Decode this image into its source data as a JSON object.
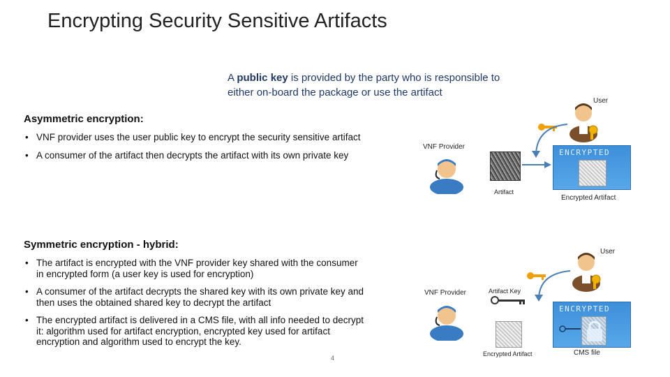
{
  "title": "Encrypting Security Sensitive Artifacts",
  "intro": {
    "prefix": "A ",
    "bold": "public key",
    "suffix": " is provided by the party who is responsible to either on-board the package or use the artifact"
  },
  "asymmetric": {
    "heading": "Asymmetric encryption:",
    "bullets": [
      "VNF provider uses the user public key to encrypt the security sensitive artifact",
      "A consumer of the artifact then decrypts the artifact with its own private key"
    ],
    "diagram": {
      "user_label": "User",
      "provider_label": "VNF Provider",
      "artifact_label": "Artifact",
      "encrypted_artifact_label": "Encrypted Artifact",
      "encrypted_text": "ENCRYPTED"
    }
  },
  "symmetric": {
    "heading": "Symmetric encryption - hybrid:",
    "bullets": [
      "The artifact is encrypted with the VNF provider key shared with the consumer in encrypted form (a user key is used for encryption)",
      "A consumer of the artifact decrypts the shared key with its own private key and then uses the obtained shared key to decrypt the artifact",
      "The encrypted artifact is delivered in a CMS file, with all info needed to decrypt it: algorithm used for artifact encryption, encrypted key used for artifact encryption and algorithm used to encrypt the key."
    ],
    "diagram": {
      "user_label": "User",
      "provider_label": "VNF Provider",
      "artifact_key_label": "Artifact Key",
      "encrypted_artifact_label": "Encrypted Artifact",
      "cms_label": "CMS file",
      "encrypted_text": "ENCRYPTED"
    }
  },
  "page_number": "4",
  "colors": {
    "intro_text": "#1f3864",
    "key_gold": "#f0a000",
    "arrow_blue": "#4a7fb5",
    "encrypted_box": "#4a9be3"
  }
}
